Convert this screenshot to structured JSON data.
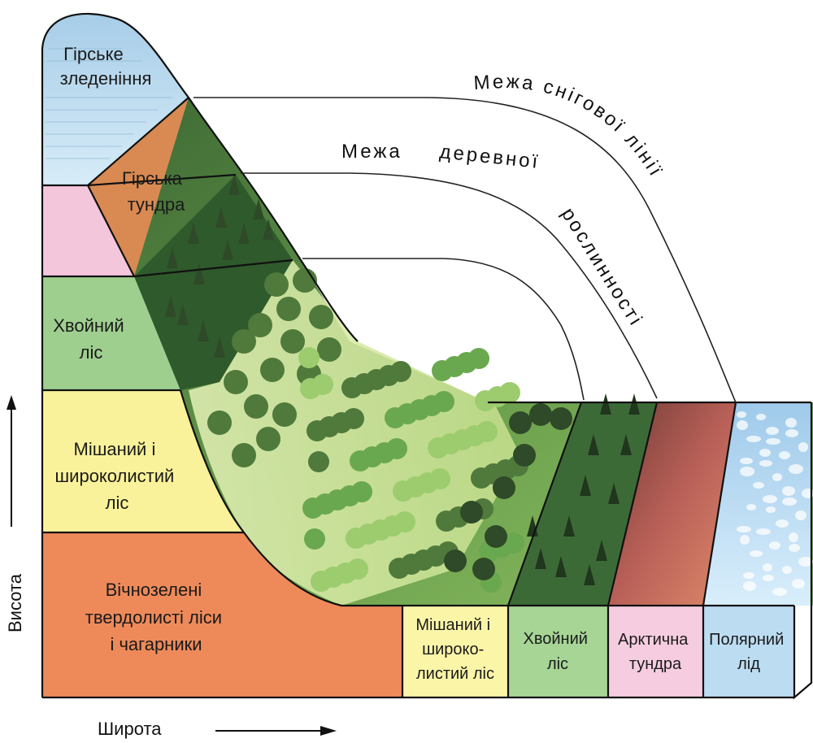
{
  "mountain_zones": {
    "glaciation": [
      "Гірське",
      "зледеніння"
    ],
    "tundra": [
      "Гірська",
      "тундра"
    ],
    "conifer": [
      "Хвойний",
      "ліс"
    ],
    "mixed": [
      "Мішаний і",
      "широколистий",
      "ліс"
    ],
    "evergreen": [
      "Вічнозелені",
      "твердолисті ліси",
      "і чагарники"
    ]
  },
  "lowland_zones": {
    "mixed": [
      "Мішаний і",
      "широко-",
      "листий ліс"
    ],
    "conifer": [
      "Хвойний",
      "ліс"
    ],
    "tundra": [
      "Арктична",
      "тундра"
    ],
    "ice": [
      "Полярний",
      "лід"
    ]
  },
  "limit_lines": {
    "snow": "Межа снігової лінії",
    "tree_words": [
      "Межа",
      "деревної",
      "рослинності"
    ]
  },
  "axes": {
    "vertical": "Висота",
    "horizontal": "Широта"
  },
  "colors": {
    "glaciation": "#bfdcee",
    "tundra": "#d98a52",
    "pink": "#f4c6dc",
    "conifer": "#9fcf8f",
    "mixed": "#faf29a",
    "evergreen": "#ee8a5a",
    "lowland_mixed": "#fbf5a8",
    "lowland_conifer": "#a6d596",
    "lowland_tundra": "#f6cde0",
    "lowland_ice": "#bcdcf2",
    "forest_dark": "#2f4a28",
    "forest_mid": "#4f7a3c",
    "forest_light": "#9ccc6e"
  }
}
